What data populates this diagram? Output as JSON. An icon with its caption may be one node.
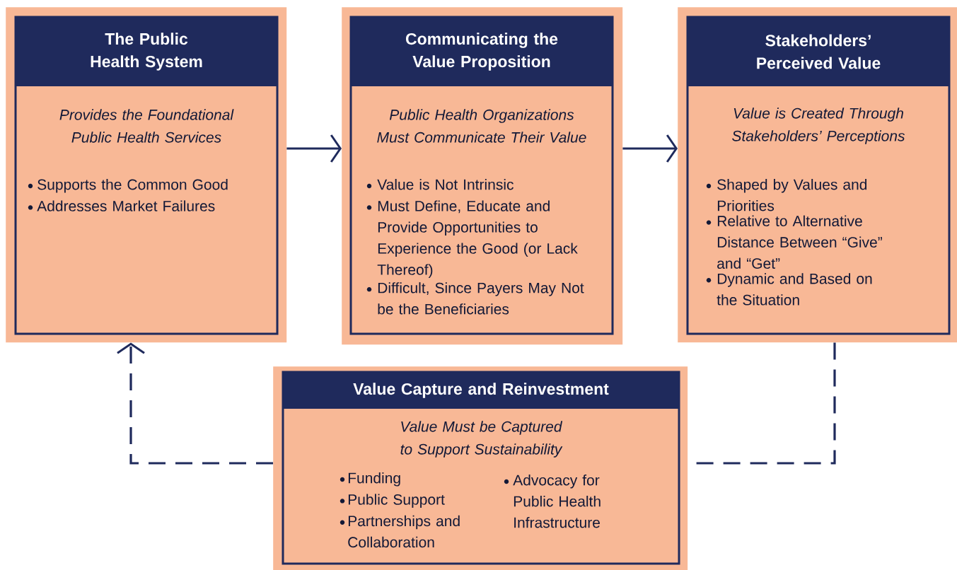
{
  "diagram": {
    "nodes": [
      {
        "text": [
          "The Public Health System",
          "Provides the Foundational Public Health Services",
          "Supports the Common Good",
          "Addresses Market Failures"
        ]
      },
      {
        "text": [
          "Communicating the Value Proposition",
          "Public Health Organizations Must Communicate Their Value",
          "Value is Not Intrinsic",
          "Must Define, Educate and Provide Opportunities to Experience the Good (or Lack Thereof)",
          "Difficult, Since Payers May Not be the Beneficiaries"
        ]
      },
      {
        "text": [
          "Stakeholders’ Perceived Value",
          "Value is Created Through Stakeholders’ Perceptions",
          "Shaped by Values and Priorities",
          "Relative to Alternative Distance Between “Give” and “Get”",
          "Dynamic and Based on the Situation"
        ]
      },
      {
        "text": [
          "Value Capture and Reinvestment",
          "Value Must be Captured to Support Sustainability",
          "Funding",
          "Public Support",
          "Partnerships and Collaboration",
          "Advocacy for Public Health Infrastructure"
        ]
      }
    ],
    "edges": [
      {
        "from": 0,
        "to": 1,
        "arrow": "to"
      },
      {
        "from": 1,
        "to": 2,
        "arrow": "to"
      },
      {
        "from": 2,
        "to": 3,
        "arrow": "none",
        "style": "dashed"
      },
      {
        "from": 3,
        "to": 0,
        "arrow": "to",
        "style": "dashed"
      }
    ]
  }
}
